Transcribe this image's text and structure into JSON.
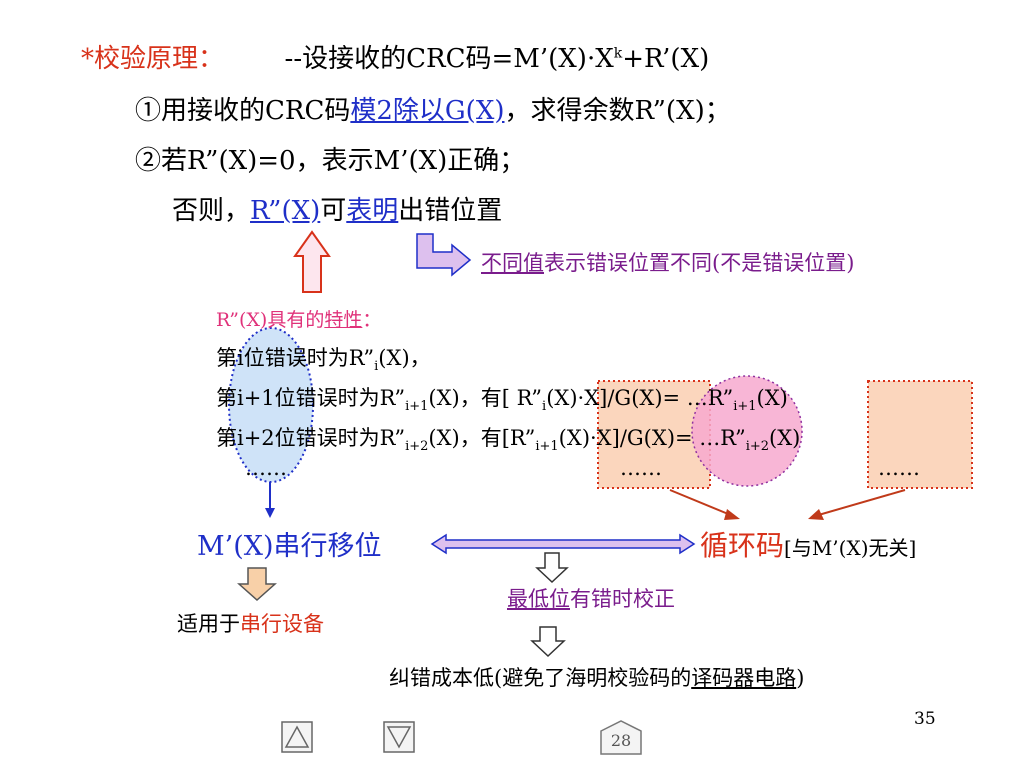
{
  "heading": {
    "star_title": "*校验原理：",
    "formula": "--设接收的CRC码=M’(X)·X",
    "formula_sup": "k",
    "formula_tail": "+R’(X)"
  },
  "step1": {
    "pre": "①用接收的CRC码",
    "link": "模2除以G(X)",
    "post": "，求得余数R”(X)；"
  },
  "step2": {
    "text": "②若R”(X)=0，表示M’(X)正确；"
  },
  "step3": {
    "pre": "否则，",
    "link1": "R”(X)",
    "mid": "可",
    "link2": "表明",
    "post": "出错位置"
  },
  "note_diff": {
    "link": "不同值",
    "rest": "表示错误位置不同(不是错误位置)"
  },
  "property": {
    "pre": "R”(X)具有的",
    "link": "特性",
    "post": "："
  },
  "rows": {
    "r1_a": "第i位错误时为R”",
    "r1_sub": "i",
    "r1_b": "(X)，",
    "r2_a": "第i+1位错误时为R”",
    "r2_sub": "i+1",
    "r2_b": "(X)，有[  R”",
    "r2_sub2": "i",
    "r2_c": "(X)·X]/G(X)= …R”",
    "r2_sub3": "i+1",
    "r2_d": "(X)",
    "r3_a": "第i+2位错误时为R”",
    "r3_sub": "i+2",
    "r3_b": "(X)，有[R”",
    "r3_sub2": "i+1",
    "r3_c": "(X)·X]/G(X)= …R”",
    "r3_sub3": "i+2",
    "r3_d": "(X)",
    "ellipsis": "……"
  },
  "dots_mid": "……",
  "dots_right": "……",
  "serial_shift": "M’(X)串行移位",
  "cyclic_code": "循环码",
  "cyclic_note": "[与M’(X)无关]",
  "correct": {
    "link": "最低位",
    "rest": "有错时校正"
  },
  "apply": {
    "pre": "适用于",
    "em": "串行设备"
  },
  "cost": {
    "pre": "纠错成本低(避免了海明校验码的",
    "link": "译码器电路",
    "post": ")"
  },
  "page_number": "35",
  "nav_page": "28",
  "colors": {
    "red": "#d8321a",
    "pink": "#e0327a",
    "blue": "#1f2fc8",
    "box_fill": "#fbd6bd",
    "arrow_fill": "#ddc0ee",
    "pink_fill": "#f7a9cf",
    "ellipse_fill": "#cfe3f8"
  }
}
